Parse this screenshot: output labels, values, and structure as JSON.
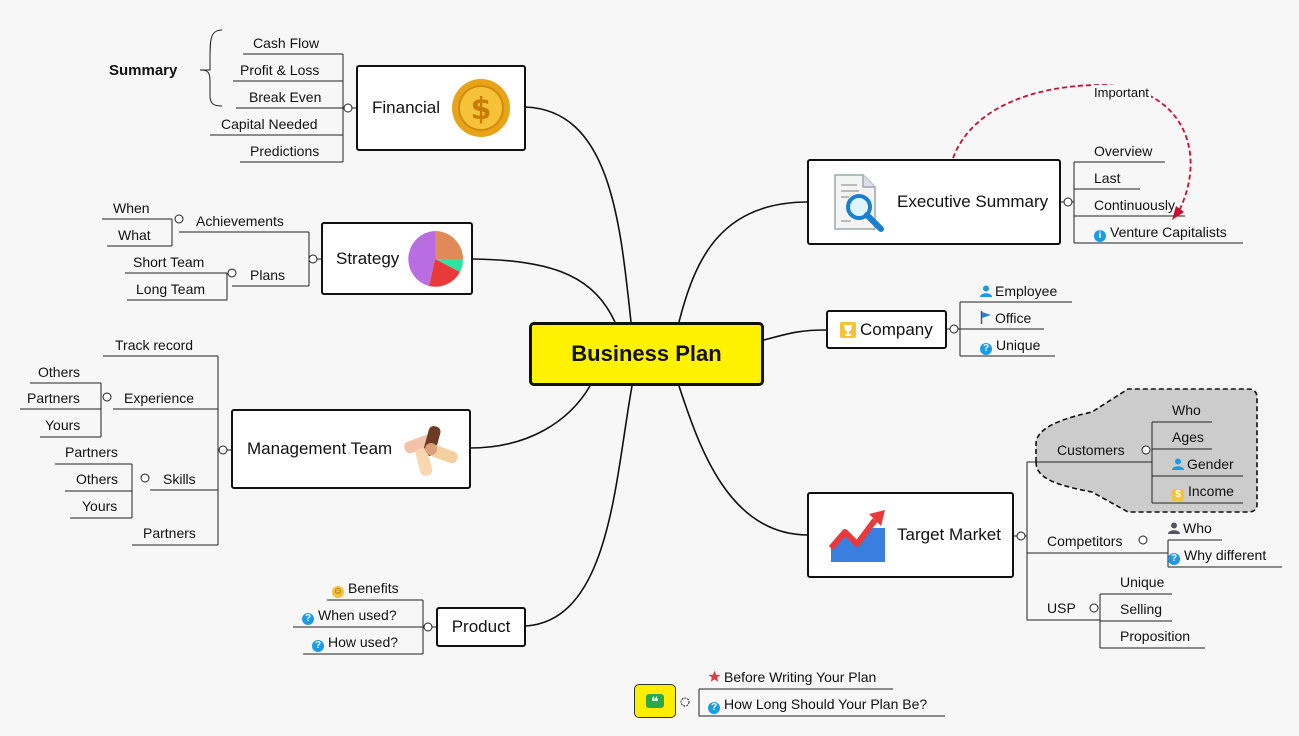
{
  "root": "Business Plan",
  "summary_label": "Summary",
  "important_label": "Important",
  "financial": {
    "label": "Financial",
    "icon": "dollar-coin-icon",
    "items": [
      "Cash Flow",
      "Profit & Loss",
      "Break Even",
      "Capital Needed",
      "Predictions"
    ]
  },
  "strategy": {
    "label": "Strategy",
    "icon": "pie-chart-icon",
    "achievements": {
      "label": "Achievements",
      "items": [
        "When",
        "What"
      ]
    },
    "plans": {
      "label": "Plans",
      "items": [
        "Short Team",
        "Long Team"
      ]
    }
  },
  "management": {
    "label": "Management Team",
    "icon": "hands-together-icon",
    "track_record": "Track record",
    "experience": {
      "label": "Experience",
      "items": [
        "Others",
        "Partners",
        "Yours"
      ]
    },
    "skills": {
      "label": "Skills",
      "items": [
        "Partners",
        "Others",
        "Yours"
      ]
    },
    "partners": "Partners"
  },
  "product": {
    "label": "Product",
    "items": [
      "Benefits",
      "When used?",
      "How used?"
    ]
  },
  "executive": {
    "label": "Executive Summary",
    "icon": "document-search-icon",
    "items": [
      "Overview",
      "Last",
      "Continuously",
      "Venture Capitalists"
    ]
  },
  "company": {
    "label": "Company",
    "icon": "trophy-icon",
    "items": [
      "Employee",
      "Office",
      "Unique"
    ]
  },
  "target": {
    "label": "Target Market",
    "icon": "growth-chart-icon",
    "customers": {
      "label": "Customers",
      "items": [
        "Who",
        "Ages",
        "Gender",
        "Income"
      ]
    },
    "competitors": {
      "label": "Competitors",
      "items": [
        "Who",
        "Why different"
      ]
    },
    "usp": {
      "label": "USP",
      "items": [
        "Unique",
        "Selling",
        "Proposition"
      ]
    }
  },
  "notes": {
    "icon": "quote-icon",
    "items": [
      "Before Writing Your Plan",
      "How Long Should Your Plan Be?"
    ]
  },
  "colors": {
    "root": "#fff200",
    "important": "#c8102e",
    "customers_group": "#cccccc"
  }
}
